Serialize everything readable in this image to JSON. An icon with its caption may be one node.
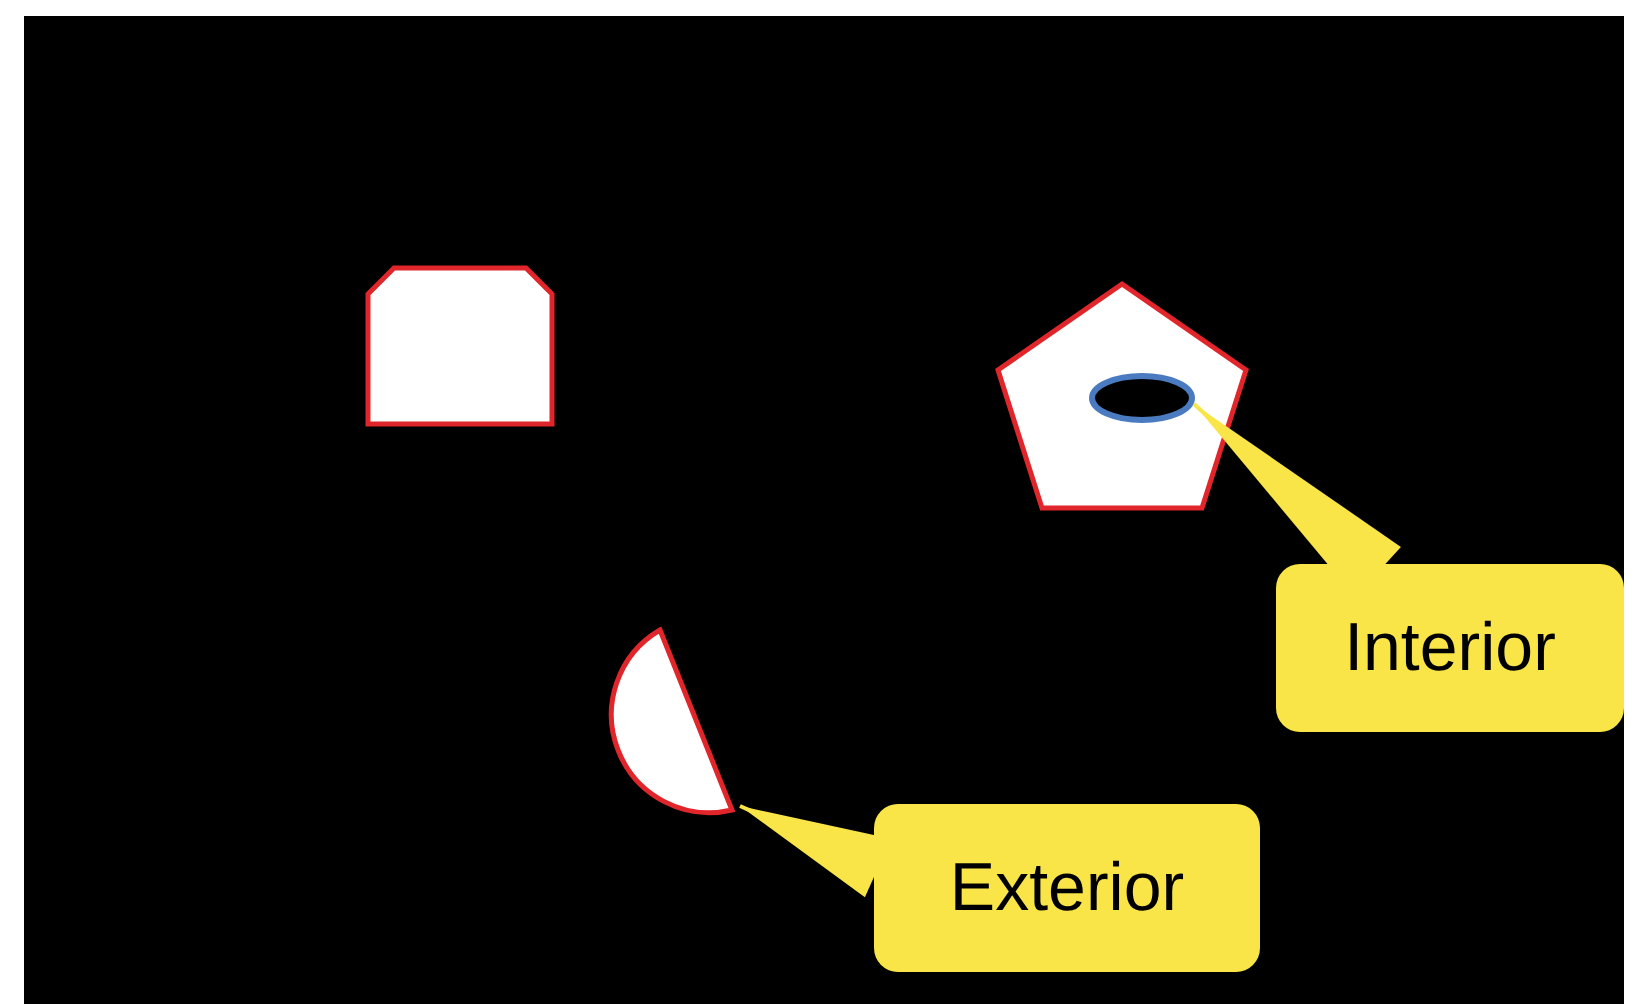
{
  "diagram": {
    "nodes": [
      {
        "text": [],
        "shape": "octagon"
      },
      {
        "text": [],
        "shape": "pentagon"
      },
      {
        "text": [],
        "shape": "ellipse",
        "in": 1
      },
      {
        "text": [],
        "shape": "half-circle"
      },
      {
        "text": [
          "Interior"
        ]
      },
      {
        "text": [
          "Exterior"
        ]
      }
    ],
    "edges": [
      {
        "from": 4,
        "to": 2,
        "arrow": "to"
      },
      {
        "from": 5,
        "to": 3,
        "arrow": "to"
      }
    ]
  }
}
